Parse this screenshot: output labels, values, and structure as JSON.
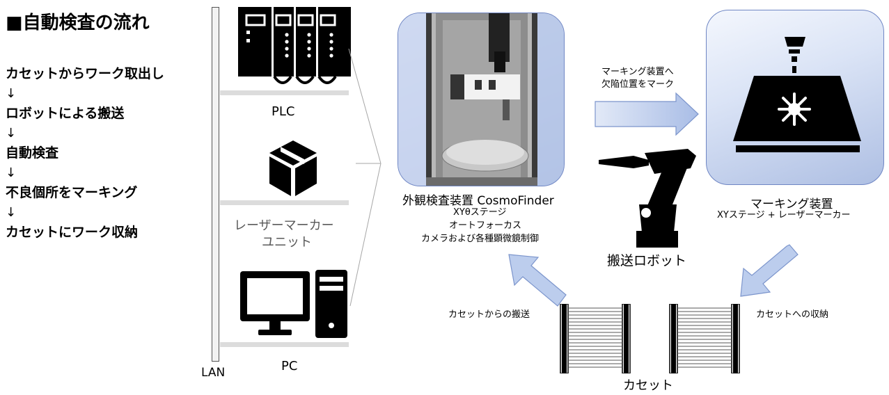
{
  "title": "■自動検査の流れ",
  "steps": [
    "カセットからワーク取出し",
    "ロボットによる搬送",
    "自動検査",
    "不良個所をマーキング",
    "カセットにワーク収納"
  ],
  "step_arrow": "↓",
  "left_column": {
    "plc_label": "PLC",
    "laser_marker_label_line1": "レーザーマーカー",
    "laser_marker_label_line2": "ユニット",
    "pc_label": "PC",
    "lan_label": "LAN"
  },
  "inspection": {
    "title": "外観検査装置 CosmoFinder",
    "lines": [
      "XYθステージ",
      "オートフォーカス",
      "カメラおよび各種顕微鏡制御"
    ]
  },
  "marking": {
    "arrow_text_line1": "マーキング装置へ",
    "arrow_text_line2": "欠陥位置をマーク",
    "title": "マーキング装置",
    "subtitle": "XYステージ + レーザーマーカー"
  },
  "robot_label": "搬送ロボット",
  "cassette": {
    "from_label": "カセットからの搬送",
    "to_label": "カセットへの収納",
    "label": "カセット"
  },
  "colors": {
    "panel_light": "#f4f7fd",
    "panel_dark": "#aebfe3",
    "arrow_fill": "#c3d2ee",
    "arrow_stroke": "#7c95cc",
    "icon": "#000000"
  }
}
